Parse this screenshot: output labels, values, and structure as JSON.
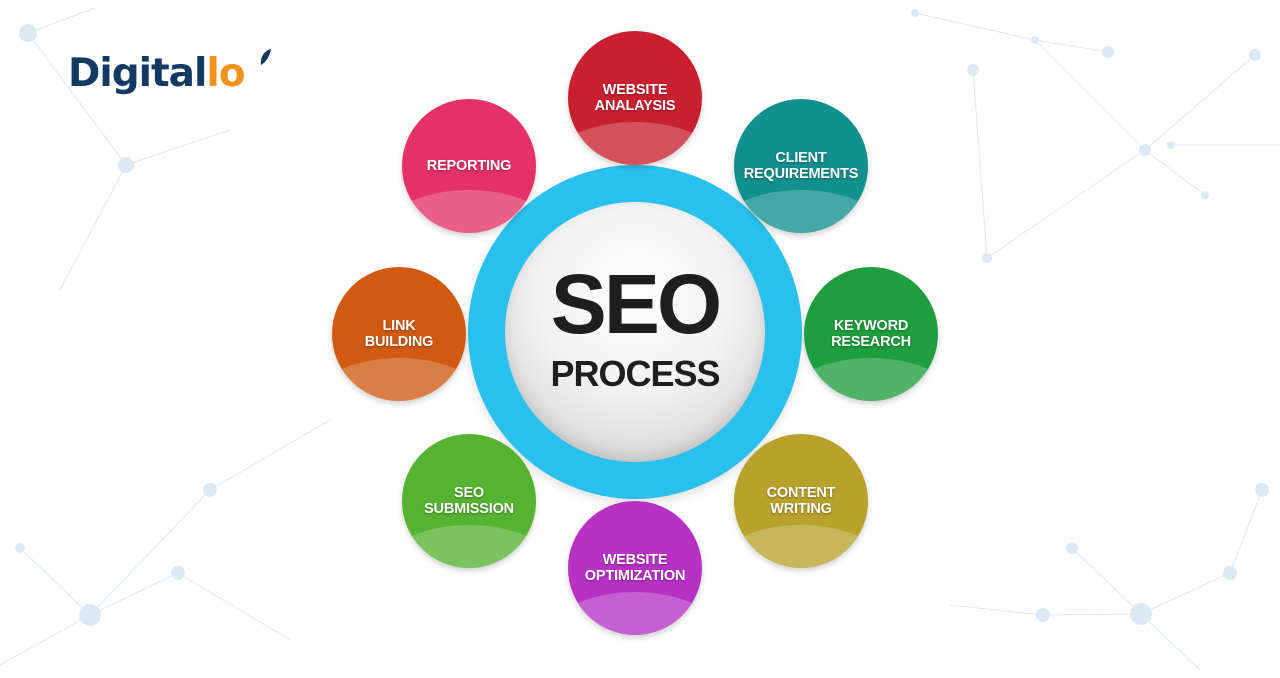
{
  "logo": {
    "main": "Digital",
    "accent": "lo"
  },
  "hub": {
    "title": "SEO",
    "subtitle": "PROCESS",
    "ring_color": "#29c0ec"
  },
  "nodes": [
    {
      "label": "WEBSITE\nANALAYSIS",
      "color": "#c8202f"
    },
    {
      "label": "CLIENT\nREQUIREMENTS",
      "color": "#12908e"
    },
    {
      "label": "KEYWORD\nRESEARCH",
      "color": "#1e9e3e"
    },
    {
      "label": "CONTENT\nWRITING",
      "color": "#b8a22c"
    },
    {
      "label": "WEBSITE\nOPTIMIZATION",
      "color": "#b732c4"
    },
    {
      "label": "SEO\nSUBMISSION",
      "color": "#56b331"
    },
    {
      "label": "LINK\nBUILDING",
      "color": "#d05a12"
    },
    {
      "label": "REPORTING",
      "color": "#e4316a"
    }
  ]
}
